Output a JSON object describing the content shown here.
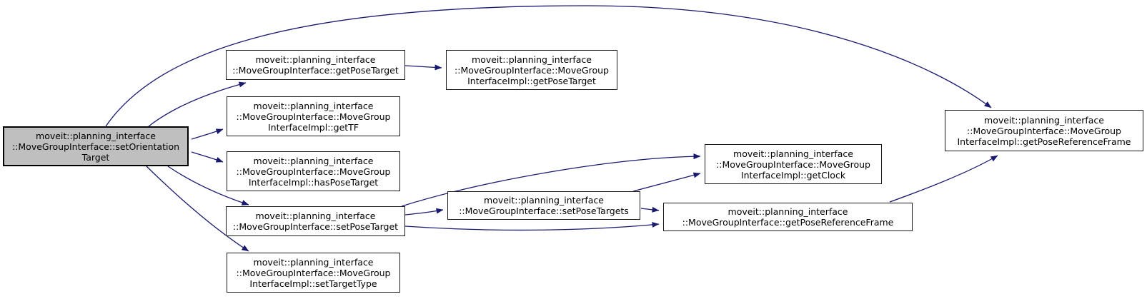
{
  "diagram": {
    "kind": "doxygen-call-graph",
    "root_function": "moveit::planning_interface::MoveGroupInterface::setOrientationTarget",
    "colors": {
      "edge": "#191970",
      "node_fill": "#ffffff",
      "node_border": "#1a1a1a",
      "root_fill": "#bfbfbf",
      "background": "#ffffff"
    },
    "nodes": [
      {
        "id": "setOrientationTarget",
        "highlighted": true,
        "lines": [
          "moveit::planning_interface",
          "::MoveGroupInterface::setOrientation",
          "Target"
        ]
      },
      {
        "id": "getPoseTarget",
        "highlighted": false,
        "lines": [
          "moveit::planning_interface",
          "::MoveGroupInterface::getPoseTarget"
        ]
      },
      {
        "id": "getPoseTargetImpl",
        "highlighted": false,
        "lines": [
          "moveit::planning_interface",
          "::MoveGroupInterface::MoveGroup",
          "InterfaceImpl::getPoseTarget"
        ]
      },
      {
        "id": "getTF",
        "highlighted": false,
        "lines": [
          "moveit::planning_interface",
          "::MoveGroupInterface::MoveGroup",
          "InterfaceImpl::getTF"
        ]
      },
      {
        "id": "hasPoseTarget",
        "highlighted": false,
        "lines": [
          "moveit::planning_interface",
          "::MoveGroupInterface::MoveGroup",
          "InterfaceImpl::hasPoseTarget"
        ]
      },
      {
        "id": "setPoseTarget",
        "highlighted": false,
        "lines": [
          "moveit::planning_interface",
          "::MoveGroupInterface::setPoseTarget"
        ]
      },
      {
        "id": "setTargetType",
        "highlighted": false,
        "lines": [
          "moveit::planning_interface",
          "::MoveGroupInterface::MoveGroup",
          "InterfaceImpl::setTargetType"
        ]
      },
      {
        "id": "setPoseTargets",
        "highlighted": false,
        "lines": [
          "moveit::planning_interface",
          "::MoveGroupInterface::setPoseTargets"
        ]
      },
      {
        "id": "getClock",
        "highlighted": false,
        "lines": [
          "moveit::planning_interface",
          "::MoveGroupInterface::MoveGroup",
          "InterfaceImpl::getClock"
        ]
      },
      {
        "id": "getPoseReferenceFrame",
        "highlighted": false,
        "lines": [
          "moveit::planning_interface",
          "::MoveGroupInterface::getPoseReferenceFrame"
        ]
      },
      {
        "id": "getPoseReferenceFrameImpl",
        "highlighted": false,
        "lines": [
          "moveit::planning_interface",
          "::MoveGroupInterface::MoveGroup",
          "InterfaceImpl::getPoseReferenceFrame"
        ]
      }
    ],
    "edges": [
      {
        "from": "setOrientationTarget",
        "to": "getPoseTarget"
      },
      {
        "from": "setOrientationTarget",
        "to": "getTF"
      },
      {
        "from": "setOrientationTarget",
        "to": "hasPoseTarget"
      },
      {
        "from": "setOrientationTarget",
        "to": "setPoseTarget"
      },
      {
        "from": "setOrientationTarget",
        "to": "setTargetType"
      },
      {
        "from": "setOrientationTarget",
        "to": "getPoseReferenceFrameImpl"
      },
      {
        "from": "getPoseTarget",
        "to": "getPoseTargetImpl"
      },
      {
        "from": "setPoseTarget",
        "to": "setPoseTargets"
      },
      {
        "from": "setPoseTarget",
        "to": "getClock"
      },
      {
        "from": "setPoseTarget",
        "to": "getPoseReferenceFrame"
      },
      {
        "from": "setPoseTargets",
        "to": "getClock"
      },
      {
        "from": "setPoseTargets",
        "to": "getPoseReferenceFrame"
      },
      {
        "from": "getPoseReferenceFrame",
        "to": "getPoseReferenceFrameImpl"
      }
    ]
  }
}
